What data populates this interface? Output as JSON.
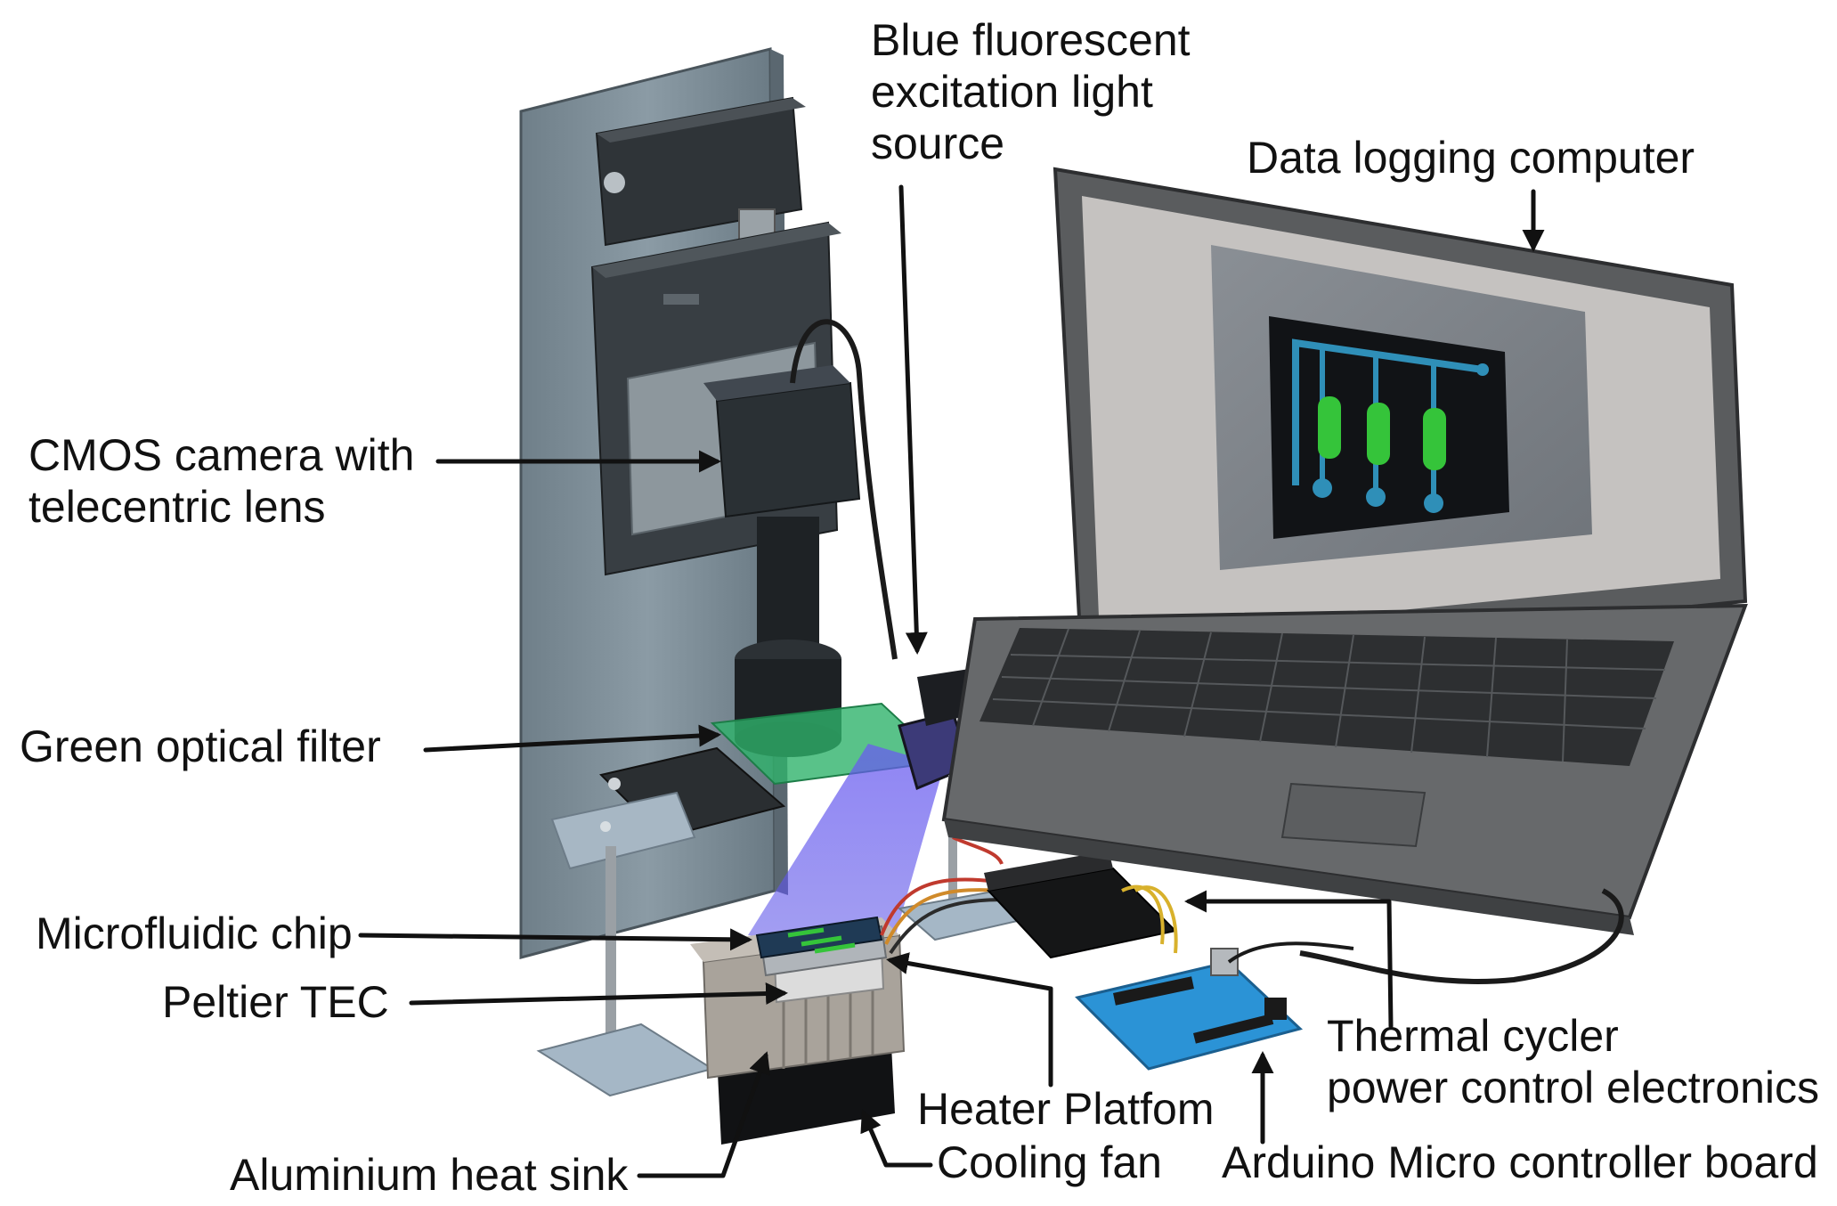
{
  "labels": {
    "blue_light": [
      "Blue fluorescent",
      "excitation light",
      "source"
    ],
    "data_logging": "Data logging computer",
    "cmos_camera": [
      "CMOS camera with",
      "telecentric lens"
    ],
    "green_filter": "Green optical filter",
    "microfluidic_chip": "Microfluidic chip",
    "peltier": "Peltier TEC",
    "thermal_cycler": [
      "Thermal cycler",
      "power control electronics"
    ],
    "heater_platform": "Heater Platfom",
    "aluminium_heat_sink": "Aluminium heat sink",
    "cooling_fan": "Cooling fan",
    "arduino": "Arduino Micro controller board"
  },
  "colors": {
    "filter_green": "#2fb36b",
    "excitation_blue": "#5a52e8",
    "chip_channel_green": "#35c43a",
    "chip_channel_blue": "#2f8fb8",
    "arduino_blue": "#2b93d6",
    "laptop_body": "#5d5f61",
    "stand_panel": "#7c8c96"
  }
}
